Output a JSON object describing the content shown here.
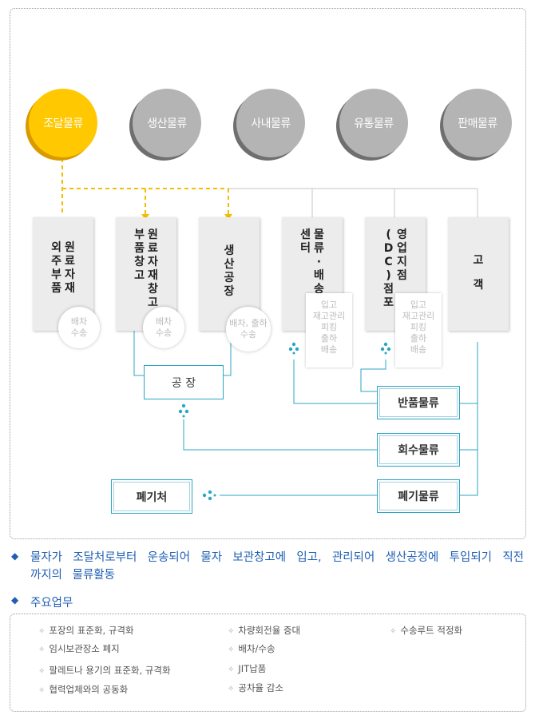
{
  "categories": [
    {
      "label": "조달물류",
      "active": true
    },
    {
      "label": "생산물류",
      "active": false
    },
    {
      "label": "사내물류",
      "active": false
    },
    {
      "label": "유통물류",
      "active": false
    },
    {
      "label": "판매물류",
      "active": false
    }
  ],
  "nodes": {
    "supplier": {
      "cols": [
        "원료자재",
        "외주부품"
      ],
      "badge": [
        "배차",
        "수송"
      ]
    },
    "warehouse": {
      "cols": [
        "원료자재창고",
        "부품창고"
      ],
      "badge": [
        "배차",
        "수송"
      ]
    },
    "factory": {
      "cols": [
        "생산공장"
      ],
      "badge": [
        "배차, 출하",
        "수송"
      ]
    },
    "dist_center": {
      "cols": [
        "물류·배송",
        "센터"
      ],
      "panel": [
        "입고",
        "재고관리",
        "피킹",
        "출하",
        "배송"
      ]
    },
    "sales": {
      "cols": [
        "영업지점",
        "(DC)점포"
      ],
      "panel": [
        "입고",
        "재고관리",
        "피킹",
        "출하",
        "배송"
      ]
    },
    "customer": {
      "cols": [
        "고",
        "객"
      ]
    }
  },
  "flow_boxes": {
    "factory": "공 장",
    "returns": "반품물류",
    "recovery": "회수물류",
    "disposal": "폐기물류",
    "disposal_site": "폐기처"
  },
  "description": "물자가 조달처로부터 운송되어 물자 보관창고에 입고, 관리되어 생산공정에 투입되기 직전까지의 물류활동",
  "main_tasks_title": "주요업무",
  "main_tasks": [
    [
      "포장의 표준화, 규격화",
      "차량회전율 증대",
      "수송루트 적정화"
    ],
    [
      "임시보관장소 폐지",
      "배차/수송",
      ""
    ],
    [
      "팔레트나 용기의 표준화, 규격화",
      "JIT납품",
      ""
    ],
    [
      "협력업체와의 공동화",
      "공차율 감소",
      ""
    ]
  ],
  "colors": {
    "accent_yellow": "#ffc800",
    "circle_gray": "#b4b4b4",
    "line_blue": "#2ba5c4",
    "text_blue": "#1f5fb3"
  },
  "icons": {
    "diamond_bullet": "◆",
    "star_bullet": "✧"
  }
}
